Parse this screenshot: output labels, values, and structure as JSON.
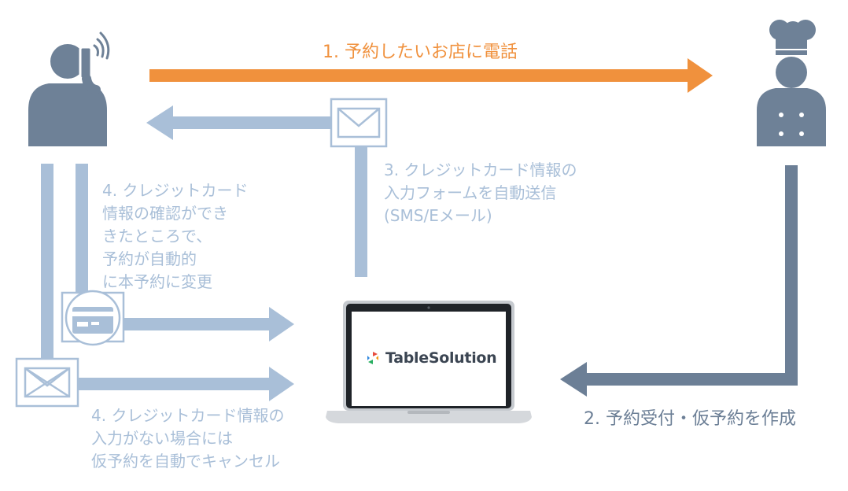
{
  "steps": {
    "step1": [
      "1. 予約したいお店に電話"
    ],
    "step2": [
      "2. 予約受付・仮予約を作成"
    ],
    "step3": [
      "3. クレジットカード情報の",
      "入力フォームを自動送信",
      "(SMS/Eメール)"
    ],
    "step4_confirmed": [
      "4. クレジットカード",
      "情報の確認ができ",
      "きたところで、",
      "予約が自動的",
      "に本予約に変更"
    ],
    "step4_cancel": [
      "4. クレジットカード情報の",
      "入力がない場合には",
      "仮予約を自動でキャンセル"
    ]
  },
  "brand": {
    "name": "TableSolution"
  },
  "icons": {
    "customer": "person-with-phone-icon",
    "restaurant": "chef-icon",
    "message": "envelope-icon",
    "card": "credit-card-icon",
    "cancel": "crossed-envelope-icon",
    "system": "laptop-icon",
    "logo": "tablesolution-logo-icon"
  },
  "colors": {
    "accent_orange": "#f0913d",
    "light_blue": "#a9bfd8",
    "slate": "#6c7f96",
    "icon_slate": "#6e8197"
  }
}
